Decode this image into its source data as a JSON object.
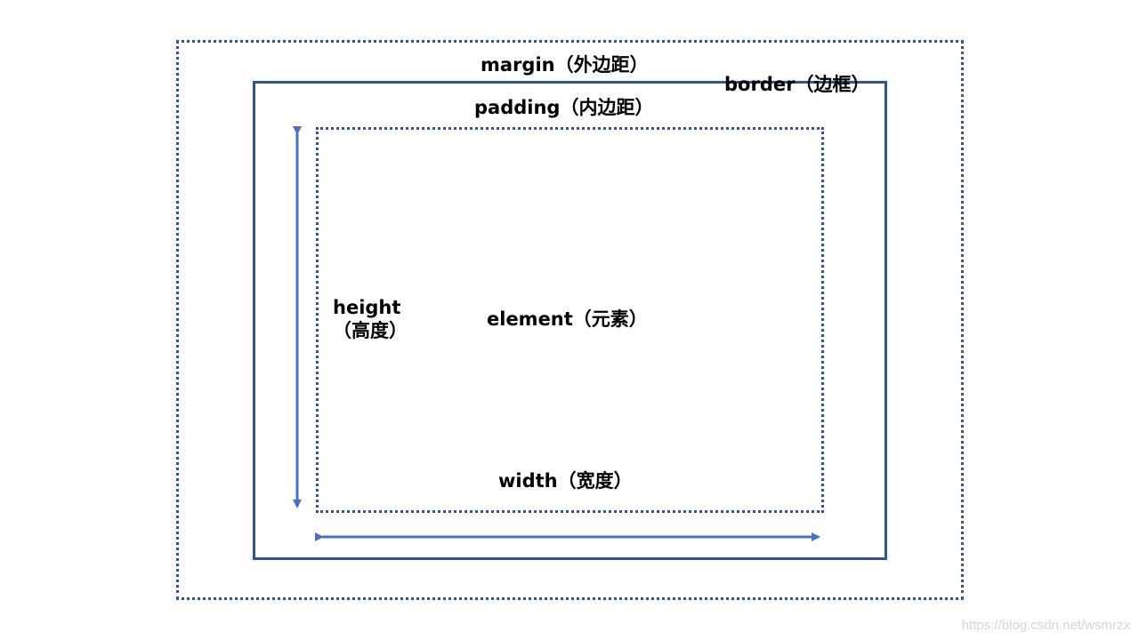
{
  "labels": {
    "margin": "margin（外边距）",
    "border": "border（边框）",
    "padding": "padding（内边距）",
    "element": "element（元素）",
    "height_line1": "height",
    "height_line2": "（高度）",
    "width": "width（宽度）"
  },
  "watermark": "https://blog.csdn.net/wsmrzx",
  "colors": {
    "box": "#2f5597",
    "arrow": "#4472c4"
  }
}
